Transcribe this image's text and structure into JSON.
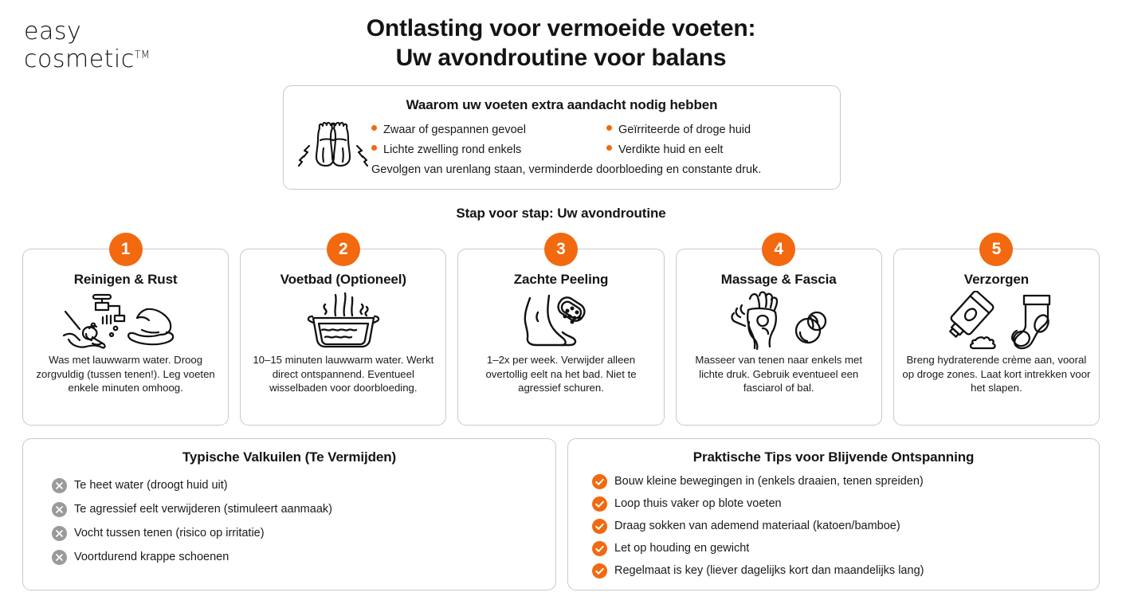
{
  "logo": {
    "line1": "easy",
    "line2": "cosmetic",
    "tm": "TM"
  },
  "title": {
    "line1": "Ontlasting voor vermoeide voeten:",
    "line2": "Uw avondroutine voor balans"
  },
  "why_box": {
    "heading": "Waarom uw voeten extra aandacht nodig hebben",
    "icon": "tired-feet-icon",
    "bullets_left": [
      "Zwaar of gespannen gevoel",
      "Lichte zwelling rond enkels"
    ],
    "bullets_right": [
      "Geïrriteerde of droge huid",
      "Verdikte huid en eelt"
    ],
    "note": "Gevolgen van urenlang staan, verminderde doorbloeding en constante druk."
  },
  "steps_heading": "Stap voor stap: Uw avondroutine",
  "steps": [
    {
      "number": "1",
      "title": "Reinigen & Rust",
      "icon": "handwash-tap-icon",
      "text": "Was met lauwwarm water. Droog zorgvuldig (tussen tenen!). Leg voeten enkele minuten omhoog."
    },
    {
      "number": "2",
      "title": "Voetbad (Optioneel)",
      "icon": "foot-bath-basin-icon",
      "text": "10–15 minuten lauwwarm water. Werkt direct ontspannend. Eventueel wisselbaden voor doorbloeding."
    },
    {
      "number": "3",
      "title": "Zachte Peeling",
      "icon": "foot-pumice-stone-icon",
      "text": "1–2x per week. Verwijder alleen overtollig eelt na het bad. Niet te agressief schuren."
    },
    {
      "number": "4",
      "title": "Massage & Fascia",
      "icon": "foot-massage-hands-icon",
      "text": "Masseer van tenen naar enkels met lichte druk. Gebruik eventueel een fasciarol of bal."
    },
    {
      "number": "5",
      "title": "Verzorgen",
      "icon": "cream-tube-sock-icon",
      "text": "Breng hydraterende crème aan, vooral op droge zones. Laat kort intrekken voor het slapen."
    }
  ],
  "pitfalls": {
    "heading": "Typische Valkuilen (Te Vermijden)",
    "icon": "cross-circle-icon",
    "items": [
      "Te heet water (droogt huid uit)",
      "Te agressief eelt verwijderen (stimuleert aanmaak)",
      "Vocht tussen tenen (risico op irritatie)",
      "Voortdurend krappe schoenen"
    ]
  },
  "tips": {
    "heading": "Praktische Tips voor Blijvende Ontspanning",
    "icon": "check-circle-icon",
    "items": [
      "Bouw kleine bewegingen in (enkels draaien, tenen spreiden)",
      "Loop thuis vaker op blote voeten",
      "Draag sokken van ademend materiaal (katoen/bamboe)",
      "Let op houding en gewicht",
      "Regelmaat is key (liever dagelijks kort dan maandelijks lang)"
    ]
  },
  "colors": {
    "accent_orange": "#f2690f",
    "ink": "#141414",
    "border_gray": "#c9c9c9",
    "muted_gray": "#9a9a9a",
    "background": "#ffffff"
  }
}
